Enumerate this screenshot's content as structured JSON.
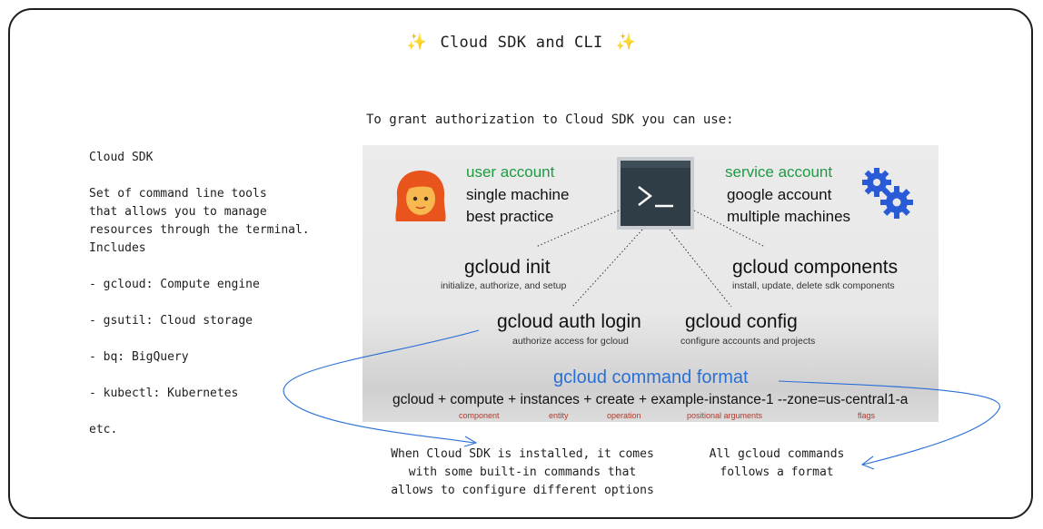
{
  "title": "Cloud SDK and CLI",
  "title_icon": "sparkles-icon",
  "grant_text": "To grant authorization to Cloud SDK you can use:",
  "left_notes": {
    "heading": "Cloud SDK",
    "description_lines": [
      "Set of command line tools",
      "that allows you to manage",
      "resources through the terminal.",
      "Includes"
    ],
    "items": [
      "- gcloud: Compute engine",
      "- gsutil: Cloud storage",
      "- bq: BigQuery",
      "- kubectl: Kubernetes"
    ],
    "etc": "etc."
  },
  "panel": {
    "user_account": {
      "title": "user account",
      "lines": [
        "single machine",
        "best practice"
      ]
    },
    "service_account": {
      "title": "service account",
      "lines": [
        "google account",
        "multiple machines"
      ]
    },
    "commands": {
      "init": {
        "name": "gcloud init",
        "desc": "initialize, authorize, and setup"
      },
      "components": {
        "name": "gcloud components",
        "desc": "install, update, delete sdk components"
      },
      "auth_login": {
        "name": "gcloud auth login",
        "desc": "authorize access for gcloud"
      },
      "config": {
        "name": "gcloud config",
        "desc": "configure accounts and projects"
      }
    },
    "format": {
      "title": "gcloud command format",
      "formula": "gcloud + compute + instances + create + example-instance-1 --zone=us-central1-a",
      "labels": [
        "component",
        "entity",
        "operation",
        "positional arguments",
        "flags"
      ]
    },
    "colors": {
      "green": "#1e9a43",
      "blue": "#2a6fd6",
      "red": "#b03a2e",
      "panel_bg": "#e8e8e8"
    }
  },
  "notes": {
    "builtin": [
      "When Cloud SDK is installed, it comes",
      "with some built-in commands that",
      "allows to configure different options"
    ],
    "format": [
      "All gcloud commands",
      "follows a format"
    ]
  }
}
